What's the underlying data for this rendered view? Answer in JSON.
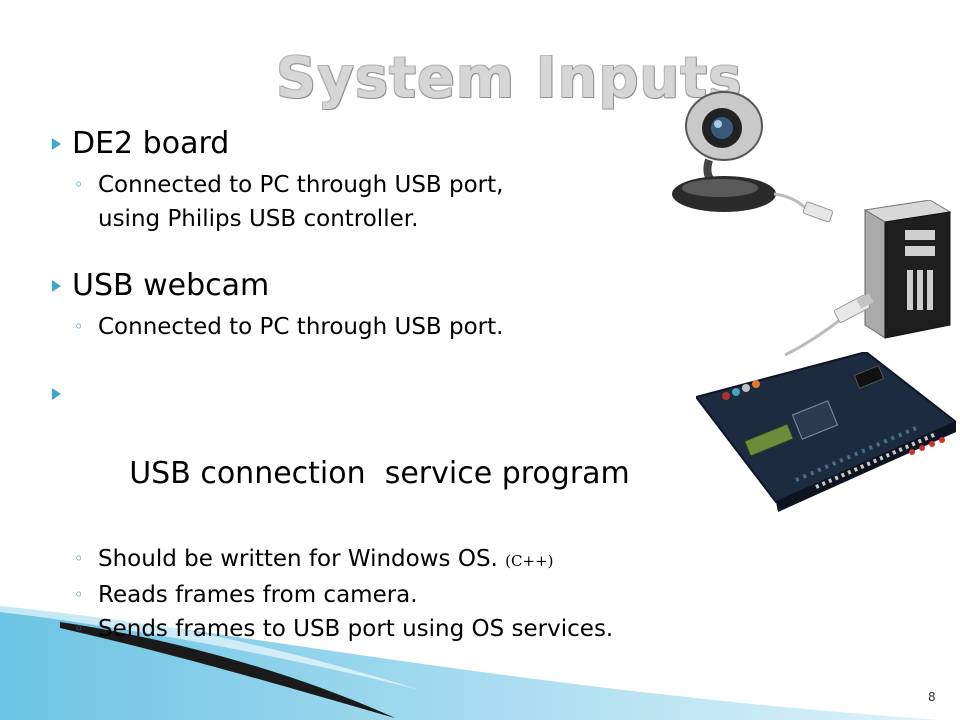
{
  "slide": {
    "title": "System Inputs",
    "page_number": "8",
    "bullets": [
      {
        "text": "DE2 board",
        "sub": [
          {
            "text": "Connected to PC through USB port,"
          },
          {
            "text": "using Philips USB controller.",
            "continuation": true
          }
        ]
      },
      {
        "text": "USB webcam",
        "sub": [
          {
            "text": "Connected to PC through USB port."
          }
        ]
      },
      {
        "text": "USB connection  service program",
        "sub": [
          {
            "text": "Should be written for Windows OS.",
            "note": "(C++)"
          },
          {
            "text": "Reads frames from camera."
          },
          {
            "text": "Sends frames to USB port using OS services."
          }
        ]
      }
    ],
    "colors": {
      "accent": "#3fa7c9",
      "wave_light": "#8fd0ea",
      "wave_dark": "#1a1a1a"
    },
    "icons": {
      "bullet": "triangle-arrow-right",
      "sub_bullet": "hollow-circle"
    }
  }
}
